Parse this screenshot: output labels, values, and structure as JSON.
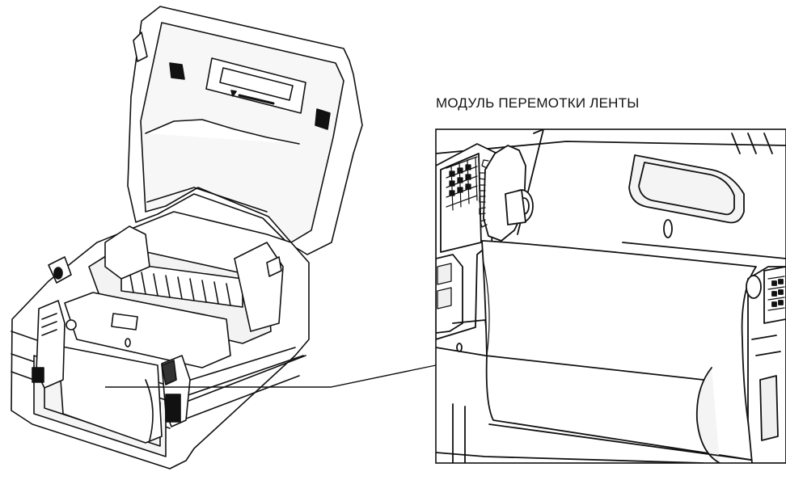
{
  "figure": {
    "callout_label": "МОДУЛЬ ПЕРЕМОТКИ ЛЕНТЫ",
    "icons": [
      "printer-illustration",
      "ribbon-rewind-module-detail"
    ],
    "colors": {
      "line": "#111111",
      "fill": "#ffffff",
      "shade": "#f2f2f2"
    }
  }
}
